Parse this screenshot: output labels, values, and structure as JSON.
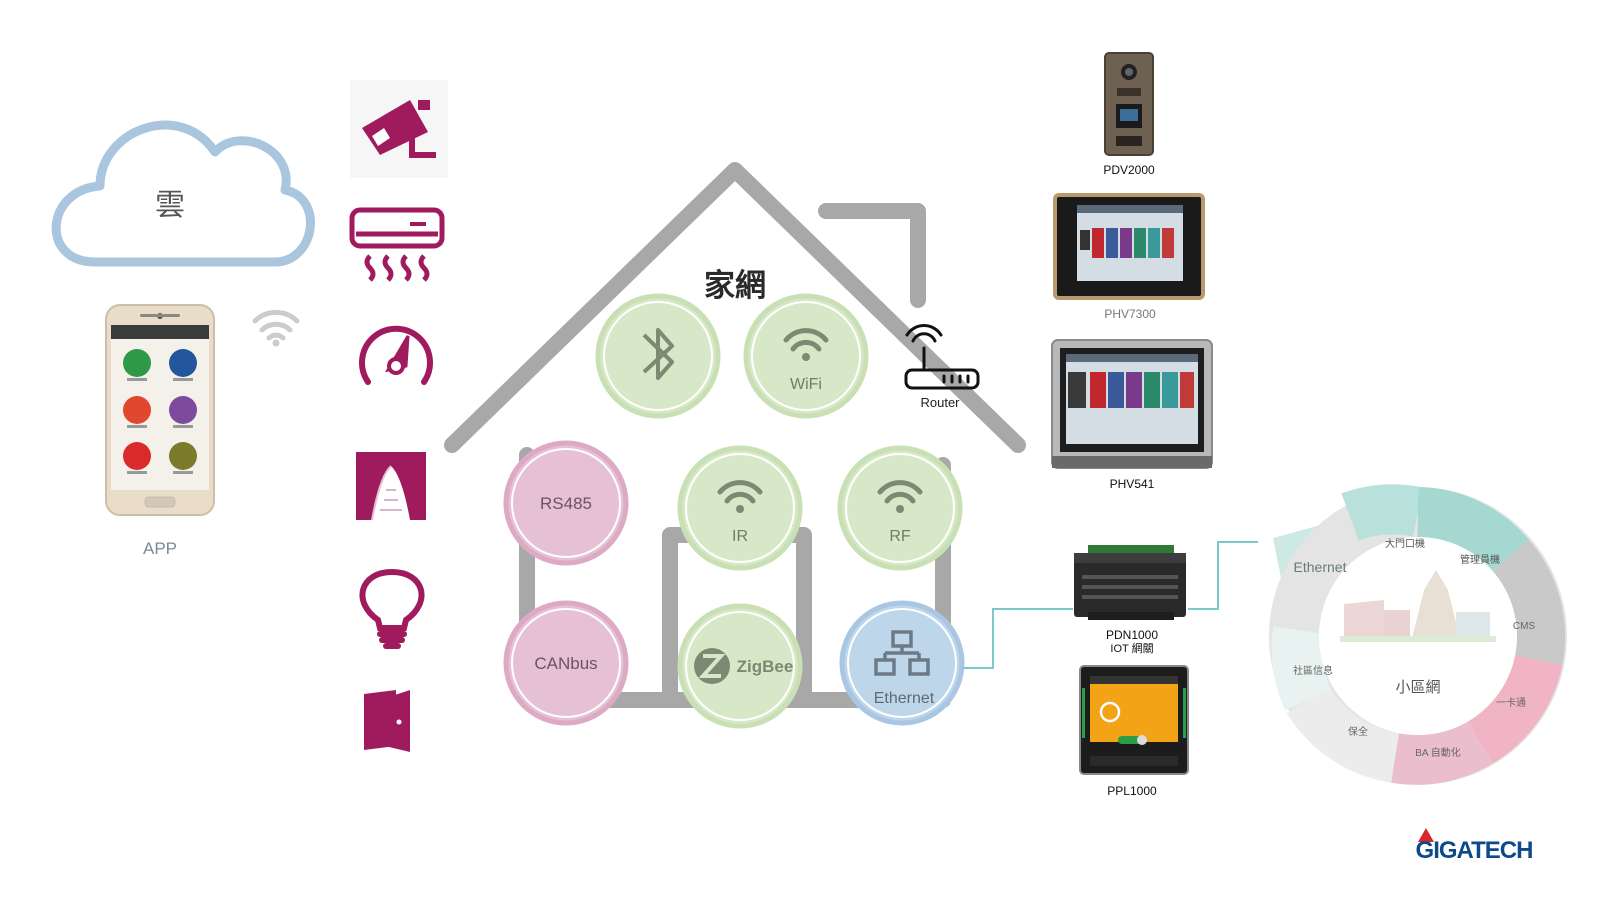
{
  "cloud": {
    "label": "雲"
  },
  "app": {
    "label": "APP"
  },
  "house": {
    "title": "家網"
  },
  "protocols": {
    "bluetooth": "",
    "wifi": "WiFi",
    "rs485": "RS485",
    "ir": "IR",
    "rf": "RF",
    "canbus": "CANbus",
    "zigbee": "ZigBee",
    "ethernet": "Ethernet"
  },
  "router": {
    "label": "Router"
  },
  "devices": {
    "pdv2000": "PDV2000",
    "phv7300": "PHV7300",
    "phv541": "PHV541",
    "pdn1000": "PDN1000",
    "pdn1000_sub": "IOT 網關",
    "ppl1000": "PPL1000"
  },
  "ring": {
    "center": "小區網",
    "ethernet": "Ethernet",
    "segments": [
      "大門口機",
      "管理員機",
      "CMS",
      "一卡通",
      "BA 自動化",
      "保全",
      "社區信息"
    ]
  },
  "brand": {
    "logo": "GIGATECH"
  },
  "icons": [
    "security-camera-icon",
    "air-conditioner-icon",
    "gauge-icon",
    "curtain-icon",
    "light-bulb-icon",
    "door-icon",
    "wifi-signal-icon",
    "router-icon"
  ],
  "colors": {
    "cloud": "#a9c6de",
    "house": "#a8a8a8",
    "magenta": "#a01a5e",
    "green_fill": "#d7e8c8",
    "green_ring": "#c9e0b4",
    "pink_fill": "#e6c1d4",
    "pink_ring": "#dcaac4",
    "blue_fill": "#bed6ea",
    "blue_ring": "#a9c7e2",
    "teal_line": "#7cc9c9",
    "brand_blue": "#0d4a8c",
    "brand_red": "#d8262e"
  }
}
